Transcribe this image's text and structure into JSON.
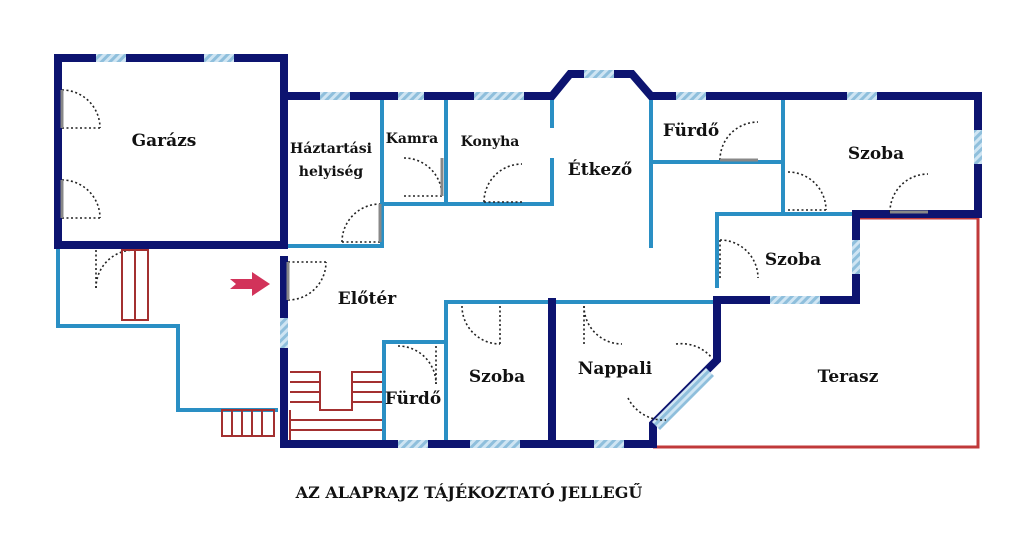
{
  "rooms": {
    "garazs": "Garázs",
    "haztartasi_1": "Háztartási",
    "haztartasi_2": "helyiség",
    "kamra": "Kamra",
    "konyha": "Konyha",
    "etkezo": "Étkező",
    "furdo_top": "Fürdő",
    "szoba_top_right": "Szoba",
    "szoba_mid_right": "Szoba",
    "eloter": "Előtér",
    "szoba_bottom": "Szoba",
    "furdo_bottom": "Fürdő",
    "nappali": "Nappali",
    "terasz": "Terasz"
  },
  "caption": "AZ ALAPRAJZ TÁJÉKOZTATÓ JELLEGŰ",
  "colors": {
    "exterior_wall": "#0d1470",
    "interior_wall": "#2a8fc4",
    "window": "#a9cfe6",
    "stairs": "#a33030",
    "terrace_outline": "#c0393a",
    "entrance_arrow": "#d2335a",
    "door_leaf": "#888888"
  }
}
